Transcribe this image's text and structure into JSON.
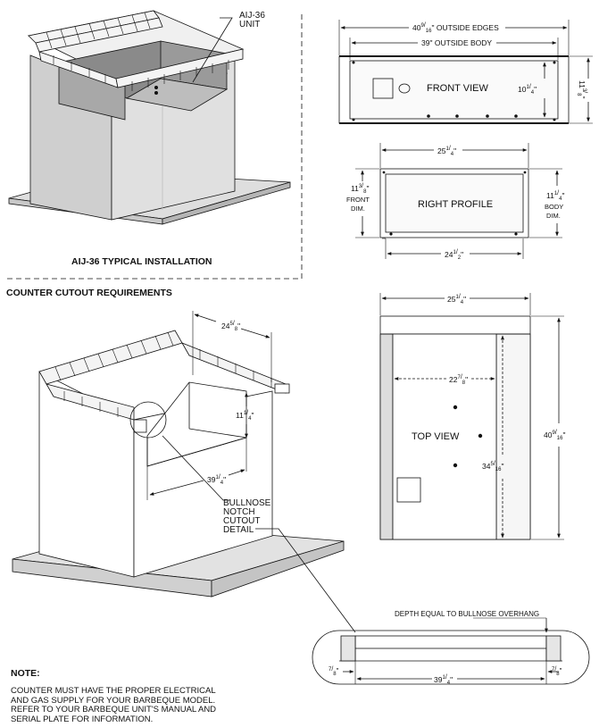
{
  "installation": {
    "title": "AIJ-36 TYPICAL INSTALLATION",
    "unit_label": [
      "AIJ-36",
      "UNIT"
    ]
  },
  "front_view": {
    "title": "FRONT VIEW",
    "outside_edges": {
      "whole": "40",
      "num": "9",
      "den": "16",
      "suffix": "\" OUTSIDE EDGES"
    },
    "outside_body": "39\" OUTSIDE BODY",
    "inner_height": {
      "whole": "10",
      "num": "1",
      "den": "4",
      "suffix": "\""
    },
    "total_height": {
      "whole": "11",
      "num": "3",
      "den": "8",
      "suffix": "\""
    }
  },
  "right_profile": {
    "title": "RIGHT PROFILE",
    "top_depth": {
      "whole": "25",
      "num": "1",
      "den": "4",
      "suffix": "\""
    },
    "bottom_depth": {
      "whole": "24",
      "num": "1",
      "den": "2",
      "suffix": "\""
    },
    "front_dim": {
      "whole": "11",
      "num": "3",
      "den": "8",
      "suffix": "\"",
      "label": [
        "FRONT",
        "DIM."
      ]
    },
    "body_dim": {
      "whole": "11",
      "num": "1",
      "den": "4",
      "suffix": "\"",
      "label": [
        "BODY",
        "DIM."
      ]
    }
  },
  "cutout": {
    "title": "COUNTER CUTOUT REQUIREMENTS",
    "depth": {
      "whole": "24",
      "num": "5",
      "den": "8",
      "suffix": "\""
    },
    "height": {
      "whole": "11",
      "num": "1",
      "den": "4",
      "suffix": "\""
    },
    "width": {
      "whole": "39",
      "num": "1",
      "den": "4",
      "suffix": "\""
    },
    "bullnose_label": [
      "BULLNOSE",
      "NOTCH",
      "CUTOUT",
      "DETAIL"
    ]
  },
  "top_view": {
    "title": "TOP VIEW",
    "width": {
      "whole": "25",
      "num": "1",
      "den": "4",
      "suffix": "\""
    },
    "inner_width": {
      "whole": "22",
      "num": "7",
      "den": "8",
      "suffix": "\""
    },
    "inner_length": {
      "whole": "34",
      "num": "5",
      "den": "16",
      "suffix": "\""
    },
    "length": {
      "whole": "40",
      "num": "9",
      "den": "16",
      "suffix": "\""
    }
  },
  "bullnose_detail": {
    "caption": "DEPTH EQUAL TO BULLNOSE OVERHANG",
    "left_notch": {
      "num": "7",
      "den": "8",
      "suffix": "\""
    },
    "right_notch": {
      "num": "7",
      "den": "8",
      "suffix": "\""
    },
    "width": {
      "whole": "39",
      "num": "1",
      "den": "4",
      "suffix": "\""
    }
  },
  "note": {
    "title": "NOTE:",
    "lines": [
      "COUNTER MUST HAVE THE PROPER ELECTRICAL",
      "AND GAS SUPPLY FOR YOUR BARBEQUE MODEL.",
      "REFER TO YOUR BARBEQUE UNIT'S MANUAL AND",
      "SERIAL PLATE FOR INFORMATION."
    ]
  },
  "colors": {
    "line": "#111111",
    "fill_light": "#e4e4e4",
    "fill_mid": "#cfcfcf",
    "fill_dark": "#9d9d9d",
    "brick": "#f2f2f2",
    "paper": "#ffffff"
  }
}
